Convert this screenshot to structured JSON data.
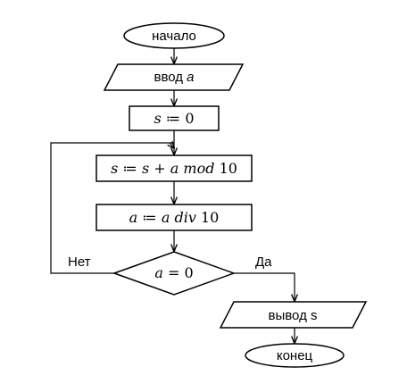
{
  "flowchart": {
    "start": "начало",
    "input": {
      "prefix": "ввод ",
      "var": "a"
    },
    "init": {
      "var": "s",
      "op": " ≔ ",
      "num": "0"
    },
    "step_sum": {
      "v1": "s",
      "op": " ≔ ",
      "v2": "s",
      "plus": " + ",
      "v3": "a",
      "mod": " mod ",
      "num": "10"
    },
    "step_div": {
      "v1": "a",
      "op": " ≔ ",
      "v2": "a",
      "div": " div ",
      "num": "10"
    },
    "condition": {
      "var": "a",
      "eq": " = ",
      "num": "0"
    },
    "branch_no": "Нет",
    "branch_yes": "Да",
    "output": "вывод s",
    "end": "конец"
  }
}
